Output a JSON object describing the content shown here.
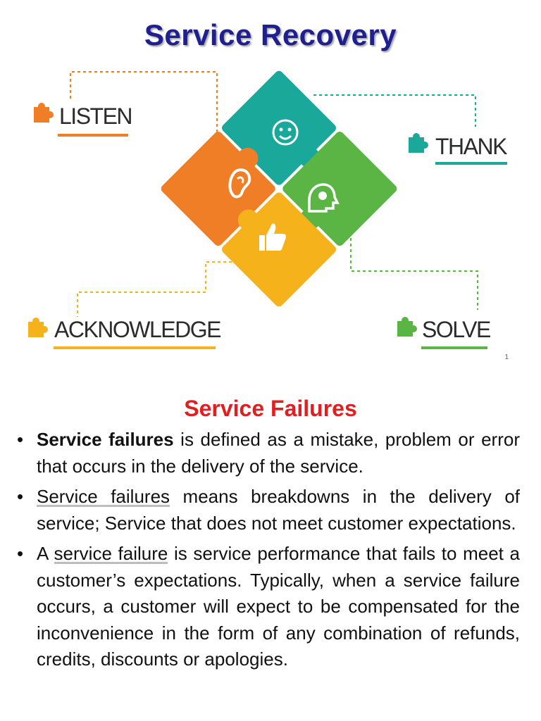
{
  "slide1": {
    "title": "Service Recovery",
    "steps": {
      "listen": {
        "label": "LISTEN",
        "color": "#f07e26"
      },
      "thank": {
        "label": "THANK",
        "color": "#1aa89a"
      },
      "acknowledge": {
        "label": "ACKNOWLEDGE",
        "color": "#f5b21b"
      },
      "solve": {
        "label": "SOLVE",
        "color": "#5bb544"
      }
    },
    "page_number": "1"
  },
  "slide2": {
    "heading": "Service Failures",
    "bullets": [
      {
        "term": "Service failures",
        "rest": " is defined as a mistake, problem or error that occurs in the delivery of the service."
      },
      {
        "term": "Service failures",
        "rest": " means breakdowns in the delivery of service; Service that does not meet customer expectations."
      },
      {
        "prefix": "A ",
        "term": "service failure",
        "rest": " is service performance that fails to meet a customer’s expectations. Typically, when a service failure occurs, a customer will expect to be compensated for the inconvenience in the form of any combination of refunds, credits, discounts or apologies."
      }
    ]
  }
}
